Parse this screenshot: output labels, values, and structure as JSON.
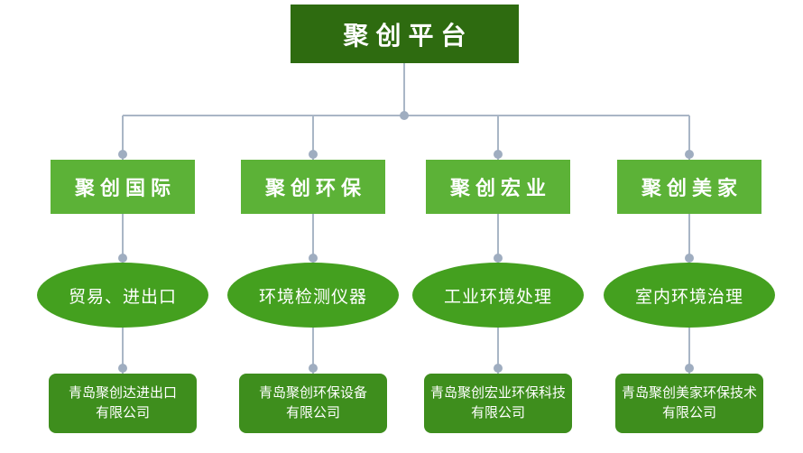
{
  "diagram": {
    "title": "聚创平台 organization chart",
    "root": {
      "label": "聚创平台"
    },
    "branches": [
      {
        "division": "聚创国际",
        "business": "贸易、进出口",
        "company_lines": [
          "青岛聚创达进出口",
          "有限公司"
        ]
      },
      {
        "division": "聚创环保",
        "business": "环境检测仪器",
        "company_lines": [
          "青岛聚创环保设备",
          "有限公司"
        ]
      },
      {
        "division": "聚创宏业",
        "business": "工业环境处理",
        "company_lines": [
          "青岛聚创宏业环保科技",
          "有限公司"
        ]
      },
      {
        "division": "聚创美家",
        "business": "室内环境治理",
        "company_lines": [
          "青岛聚创美家环保技术",
          "有限公司"
        ]
      }
    ],
    "colors": {
      "root_bg": "#2e6b10",
      "division_bg": "#5cb237",
      "business_bg": "#44a01f",
      "company_bg": "#3e8e1d",
      "connector_line": "#a9b6c6",
      "connector_dot": "#9fadc0",
      "text": "#ffffff"
    }
  }
}
